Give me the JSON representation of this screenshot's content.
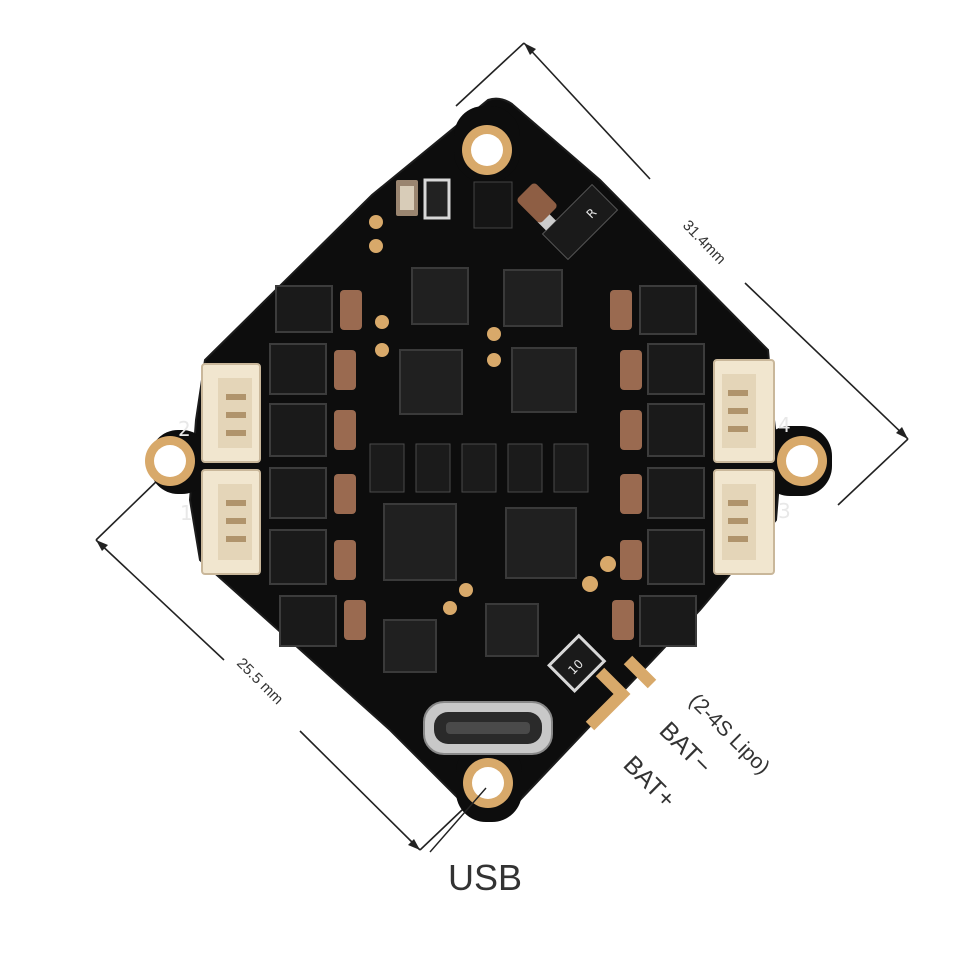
{
  "image": {
    "subject": "4-in-1 ESC flight controller board",
    "board_color": "#0d0d0d",
    "pad_color": "#d8a96a",
    "connector_color": "#f1e6cf"
  },
  "dimensions": {
    "long_side": "31.4mm",
    "short_side": "25.5 mm"
  },
  "motor_ports": {
    "port_1": "1",
    "port_2": "2",
    "port_3": "3",
    "port_4": "4"
  },
  "battery": {
    "spec": "(2-4S Lipo)",
    "negative": "BAT−",
    "positive": "BAT+"
  },
  "usb_label": "USB",
  "silkscreen": {
    "resistor_r": "R",
    "chip_code": "10"
  }
}
